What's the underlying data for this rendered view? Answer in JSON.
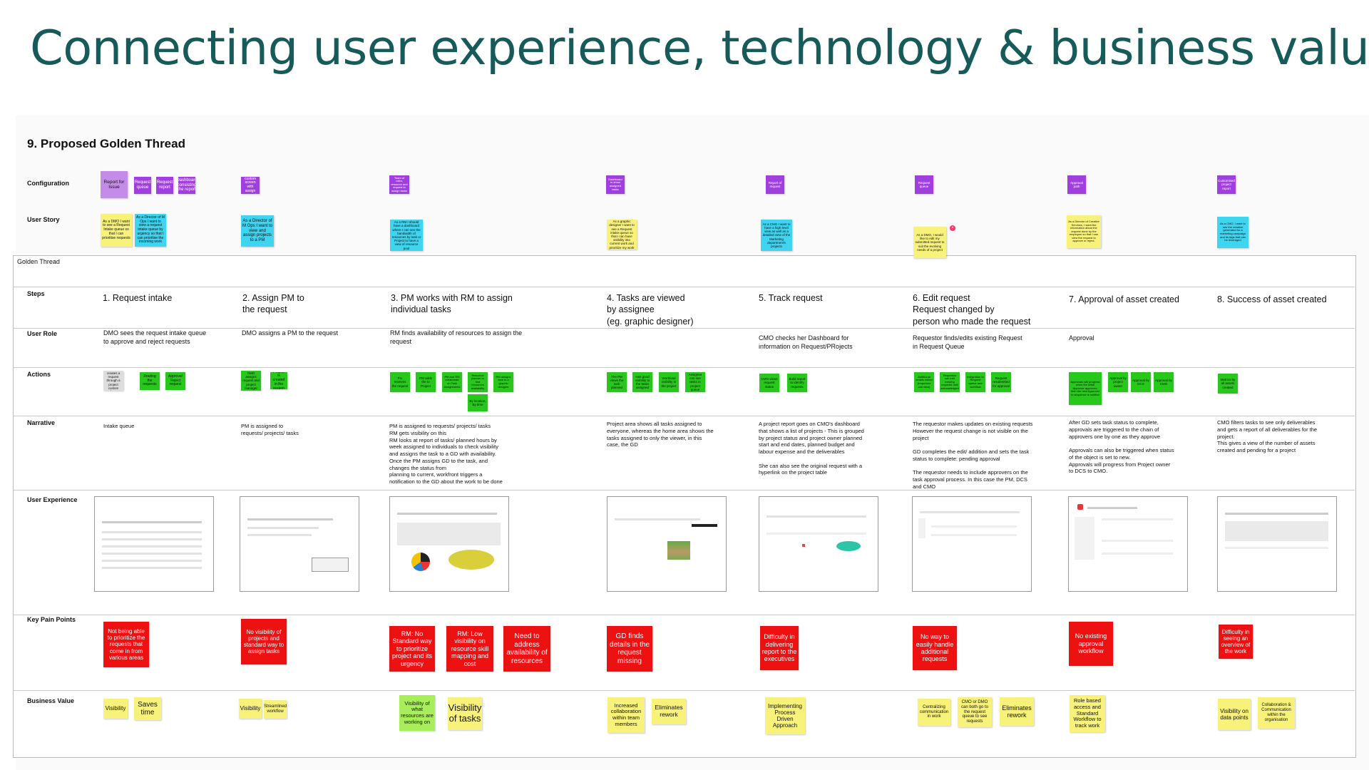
{
  "page_title": "Connecting user experience, technology & business value",
  "board_title": "9. Proposed Golden Thread",
  "golden_thread_label": "Golden Thread",
  "row_labels": {
    "configuration": "Configuration",
    "user_story": "User Story",
    "steps": "Steps",
    "user_role": "User Role",
    "actions": "Actions",
    "narrative": "Narrative",
    "user_experience": "User Experience",
    "key_pain_points": "Key Pain Points",
    "business_value": "Business Value"
  },
  "columns": [
    {
      "config": [
        "Report for Issue",
        "Request queue",
        "Request report",
        "Dashboard consisting the report"
      ],
      "stories": [
        "As a DMO I want to see a Request Intake queue so that I can prioritise requests",
        "As a Director of M Ops I want to view a request intake queue by urgency so that I can prioritise the incoming work"
      ],
      "step": "1. Request intake",
      "role": "DMO sees the request intake queue\nto approve and reject requests",
      "actions": [
        "DCS creates a request through a project custom form",
        "Routing the requests",
        "Approve/ Reject request"
      ],
      "narrative": "Intake queue",
      "pains": [
        "Not being able to prioritize the requests that come in from various areas"
      ],
      "values": [
        "Visibility",
        "Saves time"
      ]
    },
    {
      "config": [
        "DMO custom screen with assign request"
      ],
      "stories": [
        "As a Director of M Ops I want to view and assign projects to a PM"
      ],
      "step": "2. Assign PM to\nthe request",
      "role": "DMO assigns a PM to the request",
      "actions": [
        "DMO assigns request and project manager",
        "Project is created in the system"
      ],
      "narrative": "PM is assigned to\nrequests/ projects/ tasks",
      "pains": [
        "No visibility of projects and standard way to assign tasks"
      ],
      "values": [
        "Visibility",
        "Streamlined workflow"
      ]
    },
    {
      "config": [
        "Team of roles, resource and request to assign tasks"
      ],
      "stories": [
        "As a RM I should have a dashboard where I can see the bandwidth of resources by task or Project to have a view of resource pool"
      ],
      "step": "3. PM works with RM to assign\nindividual tasks",
      "role": "RM finds availability of resources to assign the\nrequest",
      "actions": [
        "PM receives the request",
        "PM adds the to Project",
        "PM and RM collaborate on Task Assignments",
        "Resource planner to find resources availability",
        "RM assigns task to a graphic designer",
        "By location, By time"
      ],
      "narrative": "PM is assigned to requests/ projects/ tasks\nRM gets visibility on this\nRM looks at report of tasks/ planned hours by\nweek assigned to individuals to check visibility\nand assigns the task to a GD with availability.\nOnce the PM assigns GD to the task, and\nchanges the status from\nplanning to current, workfront triggers a\nnotification to the GD about the work to be done",
      "pains": [
        "RM: No Standard way to prioritize project and its urgency",
        "RM: Low visibility on resource skill mapping and cost",
        "Need to address availability of resources"
      ],
      "values": [
        "Visibility of what resources are working on",
        "Visibility of tasks"
      ]
    },
    {
      "config": [
        "Dashboard to show assigned tasks"
      ],
      "stories": [
        "As a graphic designer I want to see a Request intake queue so that I can have visibility into current work and prioritize my work"
      ],
      "step": "4. Tasks are viewed\nby assignee\n(eg. graphic designer)",
      "role": "",
      "actions": [
        "The PM views the task planned",
        "Has good visibility to the tasks assigned",
        "Workload visibility in the project",
        "Assignee can see tasks in project queue"
      ],
      "narrative": "Project area shows all tasks assigned to\neveryone, whereas the home area shows the\ntasks assigned to only the viewer, in this\ncase, the GD",
      "pains": [
        "GD finds details in the request missing"
      ],
      "values": [
        "Increased collaboration within team members",
        "Eliminates rework"
      ]
    },
    {
      "config": [
        "Report of request"
      ],
      "stories": [
        "As a CMO I want to have a high level view as well as a detailed view of the Marketing department's projects"
      ],
      "step": "5. Track request",
      "role": "CMO checks her Dashboard for\ninformation on Request/PRojects",
      "actions": [
        "CMO views request status",
        "Build report to identify requests"
      ],
      "narrative": "A project report goes on CMO's dashboard\nthat shows a list of projects - This is grouped\nby project status and project owner planned\nstart and end dates, planned budget and\nlabour expense and the deliverables\n\nShe can also see the original request with a\nhyperlink on the project table",
      "pains": [
        "Difficulty in delivering report to the executives"
      ],
      "values": [
        "Implementing Process Driven Approach"
      ]
    },
    {
      "config": [
        "Request queue"
      ],
      "stories": [
        "As a DMO, I would like to edit my submitted request to suit the evolving needs of a project"
      ],
      "step": "6. Edit request\nRequest changed by\nperson who made the request",
      "role": "Requestor finds/edits existing Request\nin Request Queue",
      "actions": [
        "Additional details edited (requestor can view)",
        "Requestor can edit existing requests until acknowledged",
        "Integration to Request queue and workflow",
        "Request resubmitted for approval"
      ],
      "narrative": "The requestor makes updates on existing requests\nHowever the request change is not visible on the\nproject\n\nGD completes the edit/ addition and sets the task\nstatus to complete: pending approval\n\nThe requestor needs to include approvers on the\ntask approval process. In this case the PM, DCS\nand CMO",
      "pains": [
        "No way to easily handle additional requests"
      ],
      "values": [
        "Centralizing communication in work",
        "CMO or DMO can both go to the request queue to see requests",
        "Eliminates rework"
      ]
    },
    {
      "config": [
        "Approval path"
      ],
      "stories": [
        "As a Director of Creative Services, I want the information about the request done by the employee so that I can view the request to approve or reject."
      ],
      "step": "7. Approval of asset created",
      "role": "Approval",
      "actions": [
        "Approvals will progress when the initial Approver approves, then the next Approver in sequence is notified",
        "Approval by project owner",
        "Approval by DCS",
        "Approval by CMO"
      ],
      "narrative": "After GD sets task status to complete,\napprovals are triggered to the chain of\napprovers one by one as they approve\n\nApprovals can also be triggered when status\nof the object is set to new.\nApprovals will progress from Project owner\nto DCS to CMO.",
      "pains": [
        "No existing approval workflow"
      ],
      "values": [
        "Role based access and Standard Workflow to track work"
      ]
    },
    {
      "config": [
        "Customised project report"
      ],
      "stories": [
        "As a CMO, I want to see the creative generated for a marketing campaign and its tags that can be leveraged"
      ],
      "step": "8. Success of asset created",
      "role": "",
      "actions": [
        "Metrics by all assets created"
      ],
      "narrative": "CMO filters tasks to see only deliverables\nand gets a report of all deliverables for the\nproject.\nThis gives a view of the number of assets\ncreated and pending for a project",
      "pains": [
        "Difficulty in seeing an overview of the work"
      ],
      "values": [
        "Visibility on data points",
        "Collaboration & Communication within the organisation"
      ]
    }
  ]
}
